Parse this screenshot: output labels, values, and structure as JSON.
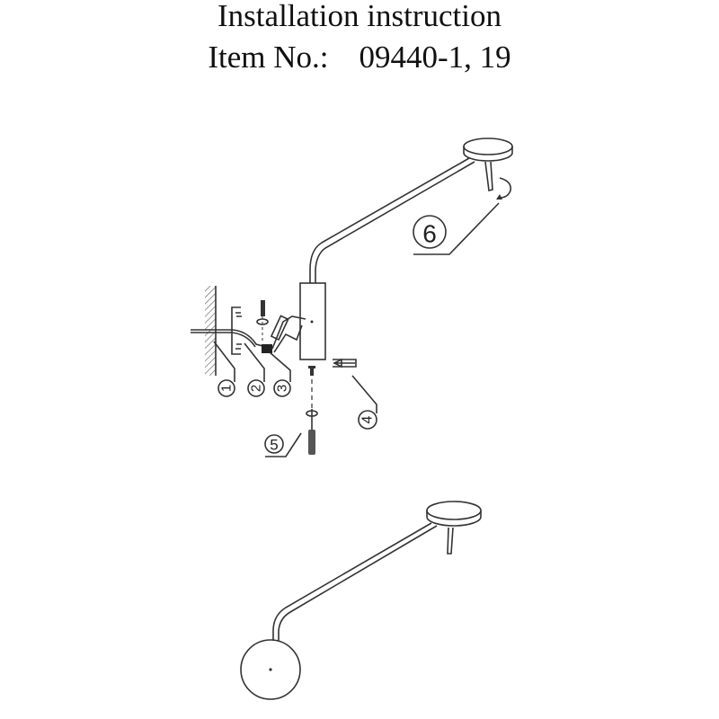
{
  "title": "Installation instruction",
  "item_label": "Item No.:",
  "item_number": "09440-1, 19",
  "steps": [
    "1",
    "2",
    "3",
    "4",
    "5",
    "6"
  ]
}
